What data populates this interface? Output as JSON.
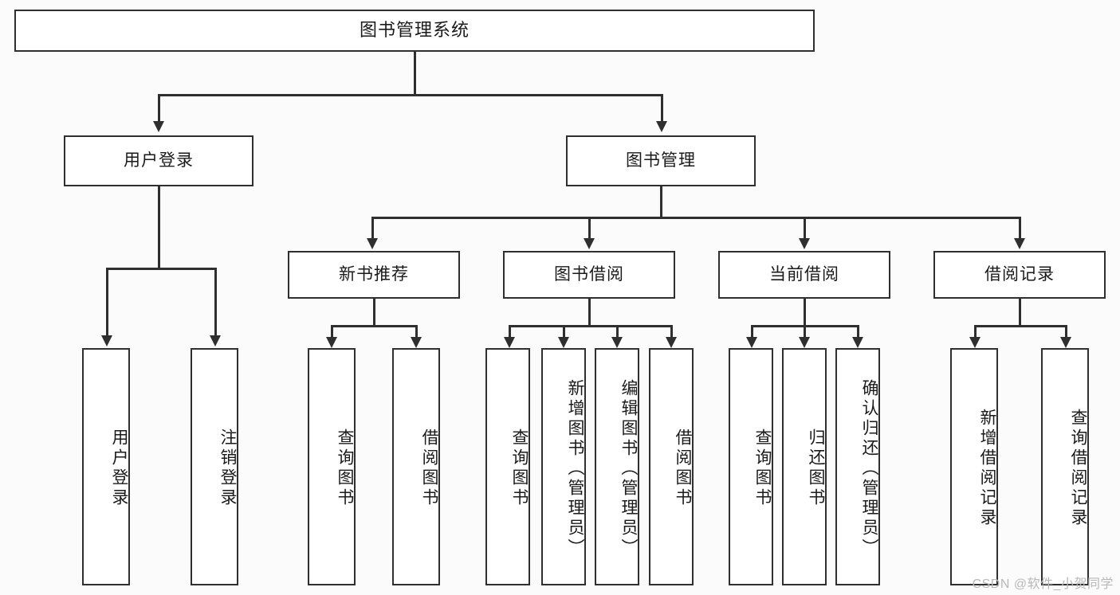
{
  "diagram": {
    "title": "图书管理系统",
    "type": "hierarchy-tree",
    "root": {
      "label": "图书管理系统"
    },
    "level2": [
      {
        "label": "用户登录"
      },
      {
        "label": "图书管理"
      }
    ],
    "level3": [
      {
        "label": "新书推荐"
      },
      {
        "label": "图书借阅"
      },
      {
        "label": "当前借阅"
      },
      {
        "label": "借阅记录"
      }
    ],
    "leaves": {
      "user_login": [
        {
          "label": "用户登录"
        },
        {
          "label": "注销登录"
        }
      ],
      "new_book_recommend": [
        {
          "label": "查询图书"
        },
        {
          "label": "借阅图书"
        }
      ],
      "book_borrow": [
        {
          "label": "查询图书"
        },
        {
          "label": "新增图书（管理员）"
        },
        {
          "label": "编辑图书（管理员）"
        },
        {
          "label": "借阅图书"
        }
      ],
      "current_borrow": [
        {
          "label": "查询图书"
        },
        {
          "label": "归还图书"
        },
        {
          "label": "确认归还（管理员）"
        }
      ],
      "borrow_record": [
        {
          "label": "新增借阅记录"
        },
        {
          "label": "查询借阅记录"
        }
      ]
    }
  },
  "watermark": {
    "text": "CSDN @软件_小贺同学"
  },
  "colors": {
    "border": "#2f2f2f",
    "node_fill": "#ffffff",
    "background": "#fbfbfb",
    "text": "#1a1a1a",
    "watermark": "#b8b8b8"
  }
}
